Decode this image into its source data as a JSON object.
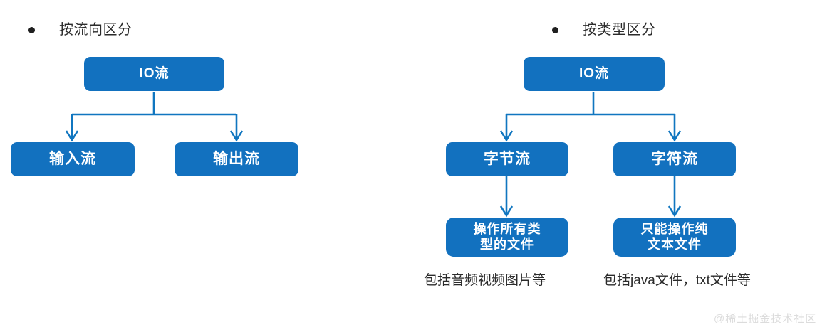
{
  "page": {
    "background_color": "#ffffff",
    "node_color": "#1271bf",
    "connector_color": "#1076c0",
    "text_color": "#2b2b2b",
    "watermark_color": "#dcdcdc"
  },
  "left_section": {
    "heading": "按流向区分",
    "bullet": "bullet-dot",
    "root": "IO流",
    "children": [
      {
        "label": "输入流"
      },
      {
        "label": "输出流"
      }
    ]
  },
  "right_section": {
    "heading": "按类型区分",
    "bullet": "bullet-dot",
    "root": "IO流",
    "children": [
      {
        "label": "字节流",
        "detail_line1": "操作所有类",
        "detail_line2": "型的文件",
        "caption": "包括音频视频图片等"
      },
      {
        "label": "字符流",
        "detail_line1": "只能操作纯",
        "detail_line2": "文本文件",
        "caption": "包括java文件，txt文件等"
      }
    ]
  },
  "watermark": "@稀土掘金技术社区"
}
